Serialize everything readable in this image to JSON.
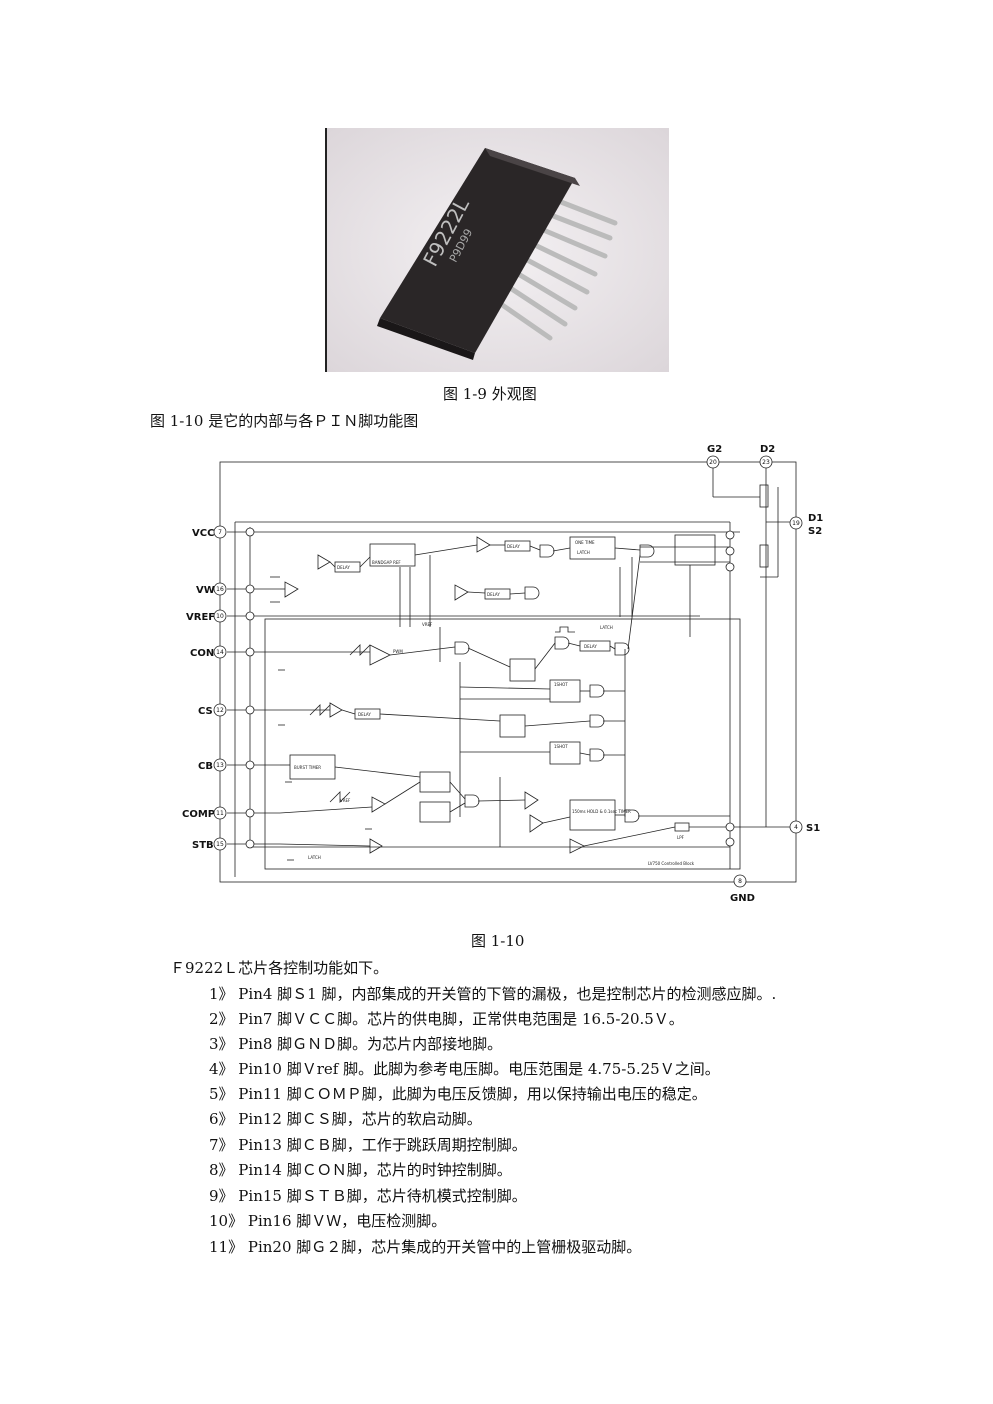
{
  "photo": {
    "chip_marking": "F9222L",
    "chip_code": "P9D99"
  },
  "fig1_caption": "图 1-9  外观图",
  "intro_text": "图 1-10  是它的内部与各ＰＩＮ脚功能图",
  "diagram": {
    "left_pins": [
      {
        "label": "VCC",
        "num": "7"
      },
      {
        "label": "VW",
        "num": "16"
      },
      {
        "label": "VREF",
        "num": "10"
      },
      {
        "label": "CON",
        "num": "14"
      },
      {
        "label": "CS",
        "num": "12"
      },
      {
        "label": "CB",
        "num": "13"
      },
      {
        "label": "COMP",
        "num": "11"
      },
      {
        "label": "STB",
        "num": "15"
      }
    ],
    "top_pins": [
      {
        "label": "G2",
        "num": "20"
      },
      {
        "label": "D2",
        "num": "23"
      }
    ],
    "right_pins": [
      {
        "label": "D1",
        "label2": "S2",
        "num": "19"
      },
      {
        "label": "S1",
        "num": "4"
      }
    ],
    "bottom_pin": {
      "label": "GND",
      "num": "8"
    },
    "blocks": {
      "delay1": "DELAY",
      "bandgap": "BANDGAP REF",
      "delay2": "DELAY",
      "oneshot": "ONE TIME",
      "latch_small": "LATCH",
      "delay3": "DELAY",
      "pwm": "PWM",
      "delay4": "DELAY",
      "delay5": "DELAY",
      "shot1": "1SHOT",
      "shot2": "1SHOT",
      "burst": "BURST TIMER",
      "hold": "150ms HOLD & 0.1sec TIMER",
      "latch_bottom": "LATCH",
      "lpf": "LPF",
      "latch_top": "LATCH",
      "ctrl": "LV750 Controlled Block",
      "vref_label": "VREF",
      "vreg_label": "VREF"
    }
  },
  "fig2_caption": "图 1-10",
  "list_intro": "Ｆ9222Ｌ芯片各控制功能如下。",
  "items": [
    "1》 Pin4 脚Ｓ1 脚，内部集成的开关管的下管的漏极，也是控制芯片的检测感应脚。.",
    "2》 Pin7 脚ＶＣＣ脚。芯片的供电脚，正常供电范围是 16.5-20.5Ｖ。",
    "3》 Pin8 脚ＧＮＤ脚。为芯片内部接地脚。",
    "4》 Pin10 脚Ｖref 脚。此脚为参考电压脚。电压范围是 4.75-5.25Ｖ之间。",
    "5》 Pin11 脚ＣＯＭＰ脚，此脚为电压反馈脚，用以保持输出电压的稳定。",
    "6》 Pin12 脚ＣＳ脚，芯片的软启动脚。",
    "7》 Pin13 脚ＣＢ脚，工作于跳跃周期控制脚。",
    "8》 Pin14 脚ＣＯＮ脚，芯片的时钟控制脚。",
    "9》 Pin15 脚ＳＴＢ脚，芯片待机模式控制脚。",
    "10》  Pin16 脚ＶＷ，电压检测脚。",
    "11》  Pin20 脚Ｇ２脚，芯片集成的开关管中的上管栅极驱动脚。"
  ]
}
